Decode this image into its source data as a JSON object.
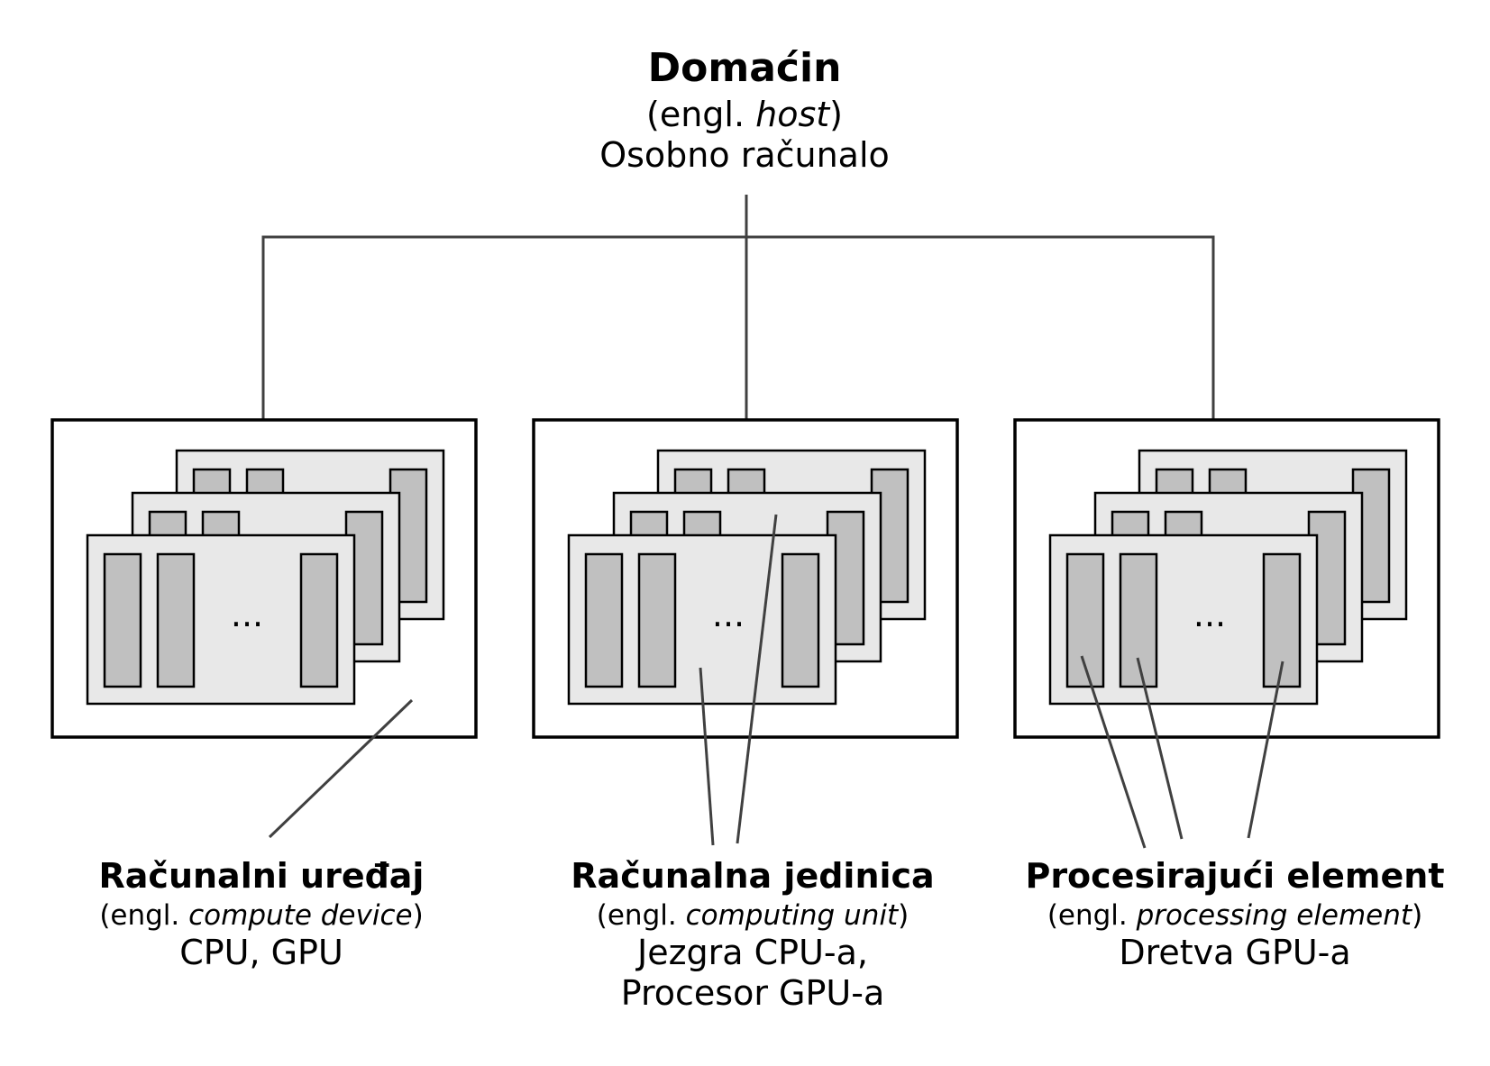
{
  "host": {
    "title": "Domaćin",
    "engl_prefix": "(engl. ",
    "engl_term": "host",
    "engl_suffix": ")",
    "description": "Osobno računalo"
  },
  "columns": [
    {
      "title": "Računalni uređaj",
      "engl_prefix": "(engl. ",
      "engl_term": "compute device",
      "engl_suffix": ")",
      "desc_lines": [
        "CPU, GPU"
      ]
    },
    {
      "title": "Računalna jedinica",
      "engl_prefix": "(engl. ",
      "engl_term": "computing unit",
      "engl_suffix": ")",
      "desc_lines": [
        "Jezgra CPU-a,",
        "Procesor GPU-a"
      ]
    },
    {
      "title": "Procesirajući element",
      "engl_prefix": "(engl. ",
      "engl_term": "processing element",
      "engl_suffix": ")",
      "desc_lines": [
        "Dretva GPU-a"
      ]
    }
  ],
  "ellipsis": "...",
  "colors": {
    "line": "#404040",
    "outline": "#000000",
    "card_fill": "#e8e8e8",
    "bar_fill": "#c0c0c0"
  }
}
